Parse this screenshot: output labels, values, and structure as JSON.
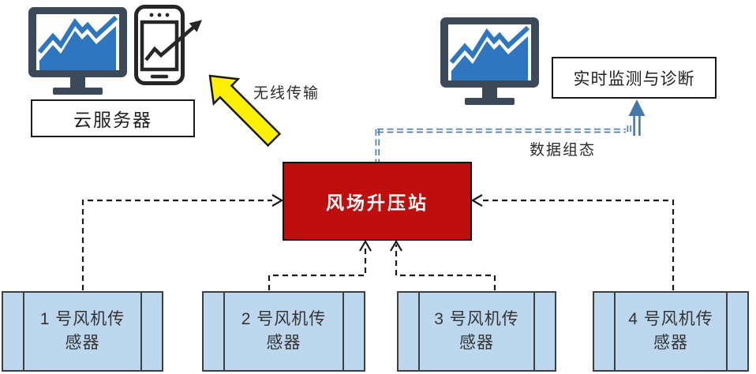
{
  "diagram": {
    "cloud_server_label": "云服务器",
    "wireless_transmission_label": "无线传输",
    "realtime_monitoring_label": "实时监测与诊断",
    "data_configuration_label": "数据组态",
    "booster_station_label": "风场升压站",
    "sensors": [
      {
        "label": "1 号风机传感器"
      },
      {
        "label": "2 号风机传感器"
      },
      {
        "label": "3 号风机传感器"
      },
      {
        "label": "4 号风机传感器"
      }
    ],
    "icons": [
      "monitor-chart-icon",
      "smartphone-chart-icon",
      "wireless-transmission-arrow",
      "data-flow-arrow-icon"
    ],
    "colors": {
      "booster_station_fill": "#c00d0d",
      "sensor_fill": "#bdd7ee",
      "sensor_border": "#3f3f3f",
      "monitor_frame": "#3b4959",
      "chart_blue": "#2e76c0",
      "wireless_arrow_yellow": "#fff000",
      "data_link_blue": "#4f7db8",
      "data_arrow_blue": "#4678ab",
      "connector_black": "#1a1a1a"
    }
  }
}
